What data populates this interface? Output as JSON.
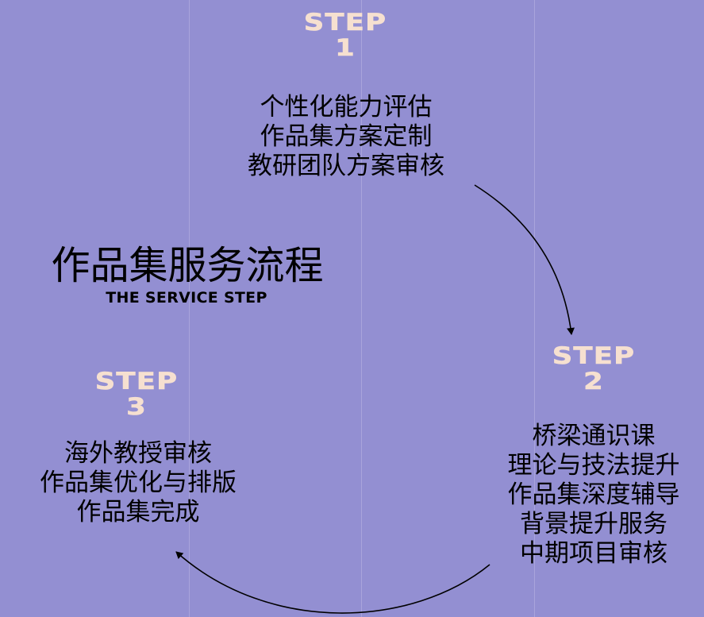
{
  "title": "作品集服务流程",
  "subtitle": "THE SERVICE STEP",
  "steps": [
    {
      "label": "STEP",
      "number": "1",
      "lines": [
        "个性化能力评估",
        "作品集方案定制",
        "教研团队方案审核"
      ]
    },
    {
      "label": "STEP",
      "number": "2",
      "lines": [
        "桥梁通识课",
        "理论与技法提升",
        "作品集深度辅导",
        "背景提升服务",
        "中期项目审核"
      ]
    },
    {
      "label": "STEP",
      "number": "3",
      "lines": [
        "海外教授审核",
        "作品集优化与排版",
        "作品集完成"
      ]
    }
  ],
  "colors": {
    "background": "#938fd2",
    "gridline": "#a9a4dc",
    "step_heading": "#f6e0d0",
    "text": "#000000"
  }
}
